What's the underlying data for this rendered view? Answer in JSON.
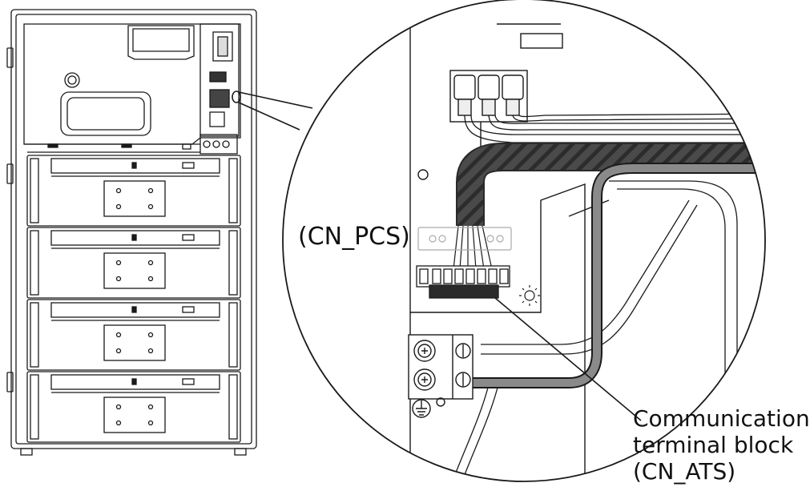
{
  "labels": {
    "cn_pcs": "(CN_PCS)",
    "comm_line1": "Communication",
    "comm_line2": "terminal block",
    "comm_line3": "(CN_ATS)"
  },
  "colors": {
    "stroke": "#1a1a1a",
    "cable_dark": "#3a3a3a",
    "cable_gray": "#8a8a8a",
    "terminal_dark": "#2b2b2b"
  },
  "battery_modules": 4
}
